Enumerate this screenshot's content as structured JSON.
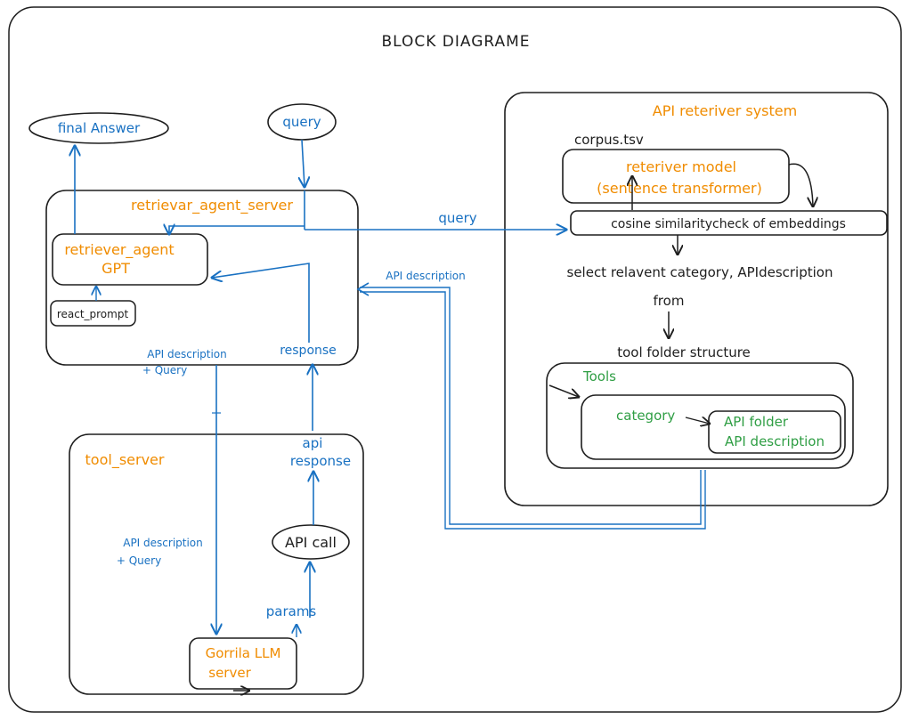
{
  "title": "BLOCK DIAGRAME",
  "colors": {
    "ink": "#1e1e1e",
    "blue": "#1971c2",
    "orange": "#f08c00",
    "green": "#2f9e44"
  },
  "nodes": {
    "final_answer": "final Answer",
    "query_top": "query",
    "retrievar_agent_server": "retrievar_agent_server",
    "retriever_agent_line1": "retriever_agent",
    "retriever_agent_line2": "GPT",
    "react_prompt": "react_prompt",
    "tool_server": "tool_server",
    "api_call": "API call",
    "gorrila_line1": "Gorrila LLM",
    "gorrila_line2": "server",
    "api_reteriver_system": "API reteriver system",
    "corpus": "corpus.tsv",
    "reteriver_model_line1": "reteriver model",
    "reteriver_model_line2": "(sentence transformer)",
    "cosine": "cosine similaritycheck of embeddings",
    "select_relavent": "select relavent category, APIdescription",
    "from": "from",
    "tool_folder_structure": "tool folder structure",
    "tools": "Tools",
    "category": "category",
    "api_folder": "API folder",
    "api_description_green": "API description"
  },
  "labels": {
    "query_arrow": "query",
    "api_description_arrow": "API description",
    "api_desc_query_top_1": "API description",
    "api_desc_query_top_2": "+ Query",
    "response": "response",
    "api_response_1": "api",
    "api_response_2": "response",
    "api_desc_query_bottom_1": "API description",
    "api_desc_query_bottom_2": "+ Query",
    "params": "params"
  }
}
